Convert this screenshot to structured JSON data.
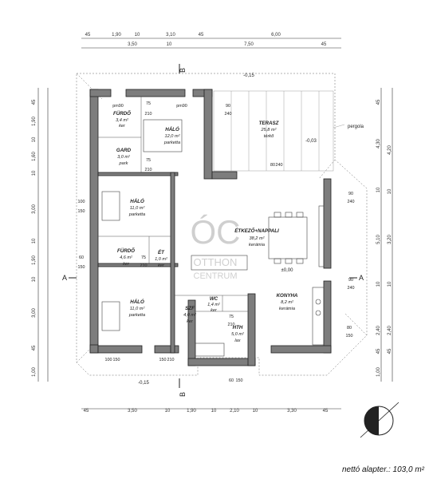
{
  "dimensions": {
    "top_row1": [
      "45",
      "1,90",
      "10",
      "3,10",
      "45",
      "6,00"
    ],
    "top_row2": [
      "3,50",
      "10",
      "7,50",
      "45"
    ],
    "bottom_row": [
      "45",
      "3,50",
      "10",
      "1,90",
      "10",
      "2,10",
      "10",
      "3,30",
      "45"
    ],
    "left_col": [
      "45",
      "1,90",
      "10",
      "1,60",
      "10",
      "3,00",
      "10",
      "1,90",
      "10",
      "3,00",
      "45",
      "1,00"
    ],
    "right_col1": [
      "45",
      "4,30",
      "10",
      "5,10",
      "10",
      "2,40",
      "45",
      "1,00"
    ],
    "right_col2": [
      "4,20",
      "10",
      "3,20",
      "10",
      "2,40",
      "45"
    ]
  },
  "rooms": [
    {
      "name": "FÜRDŐ",
      "area": "3,4 m²",
      "floor": "ker"
    },
    {
      "name": "HÁLÓ",
      "area": "12,0 m²",
      "floor": "parketta"
    },
    {
      "name": "GARD",
      "area": "3,0 m²",
      "floor": "park"
    },
    {
      "name": "HÁLÓ",
      "area": "11,0 m²",
      "floor": "parketta"
    },
    {
      "name": "FÜRDŐ",
      "area": "4,6 m²",
      "floor": "ker"
    },
    {
      "name": "ÉT",
      "area": "1,0 m²",
      "floor": "ker"
    },
    {
      "name": "HÁLÓ",
      "area": "11,0 m²",
      "floor": "parketta"
    },
    {
      "name": "SZF",
      "area": "4,0 m²",
      "floor": "ker"
    },
    {
      "name": "WC",
      "area": "1,4 m²",
      "floor": "ker"
    },
    {
      "name": "HTH",
      "area": "5,0 m²",
      "floor": "lax"
    },
    {
      "name": "KONYHA",
      "area": "8,2 m²",
      "floor": "kerámia"
    },
    {
      "name": "ÉTKEZŐ+NAPPALI",
      "area": "38,2 m²",
      "floor": "kerámia"
    },
    {
      "name": "TERASZ",
      "area": "25,8 m²",
      "floor": "térkő"
    }
  ],
  "openings": [
    "pm90",
    "pm90",
    "75",
    "210",
    "75",
    "210",
    "100",
    "150",
    "60",
    "150",
    "90",
    "240",
    "90",
    "240",
    "80",
    "150",
    "100",
    "150",
    "150",
    "210",
    "60",
    "150",
    "75",
    "210",
    "90",
    "240",
    "80",
    "240",
    "75",
    "210"
  ],
  "levels": {
    "floor": "±0,00",
    "terrace": "-0,03",
    "outer_top": "-0,15",
    "outer_bottom": "-0,15"
  },
  "labels": {
    "pergola": "pergola"
  },
  "section_markers": {
    "a_left": "A",
    "a_right": "A",
    "b_top": "B",
    "b_bottom": "B"
  },
  "watermark": {
    "initials": "ÓC",
    "line1": "OTTHON",
    "line2": "CENTRUM"
  },
  "net_area": "nettó alapter.: 103,0 m²"
}
